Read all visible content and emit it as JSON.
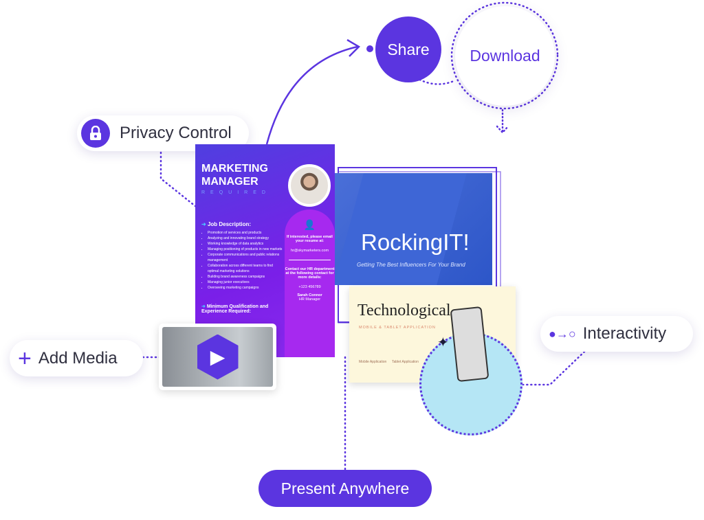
{
  "labels": {
    "share": "Share",
    "download": "Download",
    "privacy": "Privacy Control",
    "interactivity": "Interactivity",
    "add_media": "Add Media",
    "present": "Present Anywhere"
  },
  "marketing_card": {
    "title1": "MARKETING",
    "title2": "MANAGER",
    "required": "REQUIRED",
    "job_heading": "Job Description:",
    "items": [
      "Promotion of services and products",
      "Analyzing and innovating brand strategy",
      "Working knowledge of data analytics",
      "Managing positioning of products in new markets",
      "Corporate communications and public relations management",
      "Collaboration across different teams to find optimal marketing solutions",
      "Building brand awareness campaigns",
      "Managing junior executives",
      "Overseeing marketing campaigns"
    ],
    "qual_heading": "Minimum Qualification and Experience Required:",
    "interested": "If interested, please email your resume at:",
    "email": "hr@skymarketers.com",
    "contact": "Contact our HR department at the following contact for more details:",
    "phone": "+123 456789",
    "name": "Sarah Connor",
    "role": "HR Manager"
  },
  "slide": {
    "title": "RockingIT!",
    "subtitle": "Getting The Best Influencers For Your Brand"
  },
  "tech_card": {
    "title": "Technological",
    "subtitle": "MOBILE & TABLET APPLICATION",
    "mobile": "Mobile Application",
    "tablet": "Tablet Application"
  },
  "colors": {
    "accent": "#5b35e0",
    "light_blue": "#b5e6f5"
  }
}
